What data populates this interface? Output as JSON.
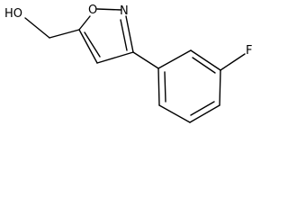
{
  "molecule": {
    "atoms": {
      "hydroxyl": "HO",
      "ring_oxygen": "O",
      "ring_nitrogen": "N",
      "fluorine": "F"
    }
  }
}
